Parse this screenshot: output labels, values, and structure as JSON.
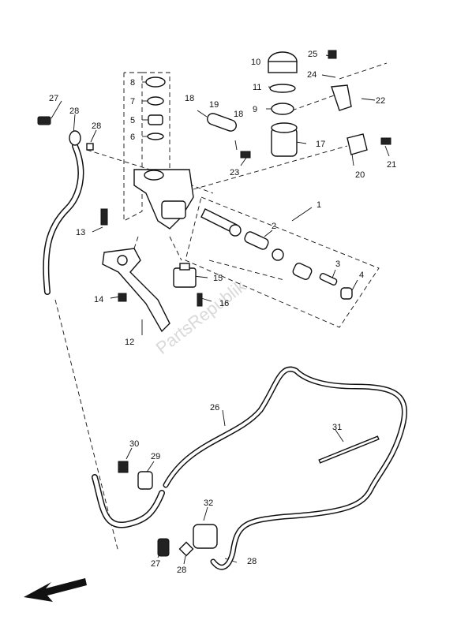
{
  "callouts": {
    "c1": "1",
    "c2": "2",
    "c3": "3",
    "c4": "4",
    "c5": "5",
    "c6": "6",
    "c7": "7",
    "c8": "8",
    "c9": "9",
    "c10": "10",
    "c11": "11",
    "c12": "12",
    "c13": "13",
    "c14": "14",
    "c15": "15",
    "c16": "16",
    "c17": "17",
    "c18a": "18",
    "c18b": "18",
    "c19": "19",
    "c20": "20",
    "c21": "21",
    "c22": "22",
    "c23": "23",
    "c24": "24",
    "c25": "25",
    "c26": "26",
    "c27a": "27",
    "c27b": "27",
    "c28a": "28",
    "c28b": "28",
    "c28c": "28",
    "c28d": "28",
    "c29": "29",
    "c30": "30",
    "c31": "31",
    "c32": "32"
  },
  "watermark": "PartsRepublik",
  "icons": {
    "direction": "front-direction-arrow-icon"
  }
}
